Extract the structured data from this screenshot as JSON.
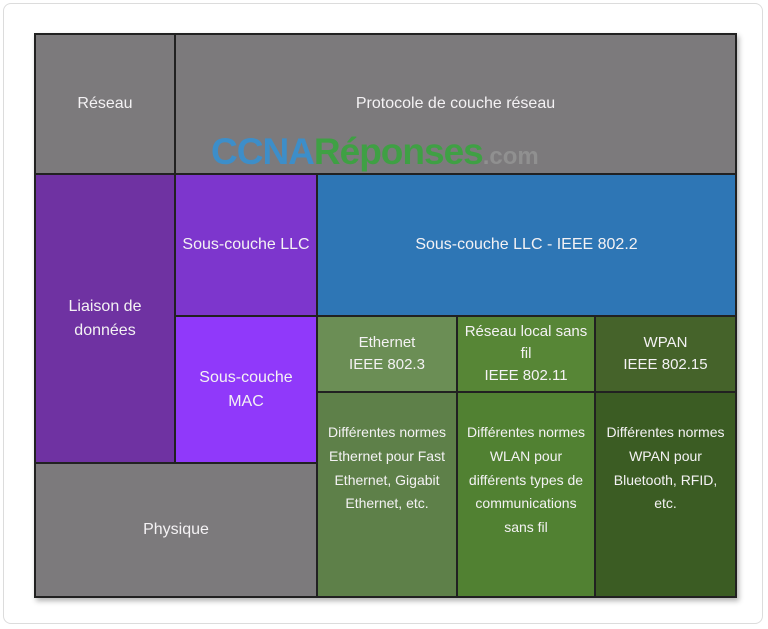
{
  "watermark": {
    "ccna": "CCNA",
    "reponses": "Réponses",
    "com": ".com"
  },
  "diagram": {
    "reseau": "Réseau",
    "protocole": "Protocole de couche réseau",
    "liaison": "Liaison de\ndonnées",
    "llc": "Sous-couche LLC",
    "llc_ieee": "Sous-couche LLC - IEEE 802.2",
    "mac": "Sous-couche\nMAC",
    "physique": "Physique",
    "standards": [
      {
        "header": "Ethernet\nIEEE 802.3",
        "body": "Différentes normes Ethernet pour Fast Ethernet, Gigabit Ethernet, etc."
      },
      {
        "header": "Réseau local sans fil\nIEEE 802.11",
        "body": "Différentes normes WLAN pour différents types de communications sans fil"
      },
      {
        "header": "WPAN\nIEEE 802.15",
        "body": "Différentes normes WPAN pour Bluetooth, RFID, etc."
      }
    ]
  },
  "colors": {
    "gray_layer": "#7c7a7c",
    "purple_liaison": "#6f32a2",
    "purple_llc": "#7d36cd",
    "purple_mac": "#9039fa",
    "blue_llc_ieee": "#2e76b5",
    "green_ethernet_header": "#6b8e55",
    "green_ethernet_body": "#5e8049",
    "green_wlan_header": "#578636",
    "green_wlan_body": "#518132",
    "green_wpan_header": "#45632a",
    "green_wpan_body": "#3b5c23",
    "cell_border": "#212121",
    "watermark_blue": "#3d8ec9",
    "watermark_green": "#3fa044",
    "watermark_gray": "#909090",
    "text": "#f4f2f4"
  }
}
